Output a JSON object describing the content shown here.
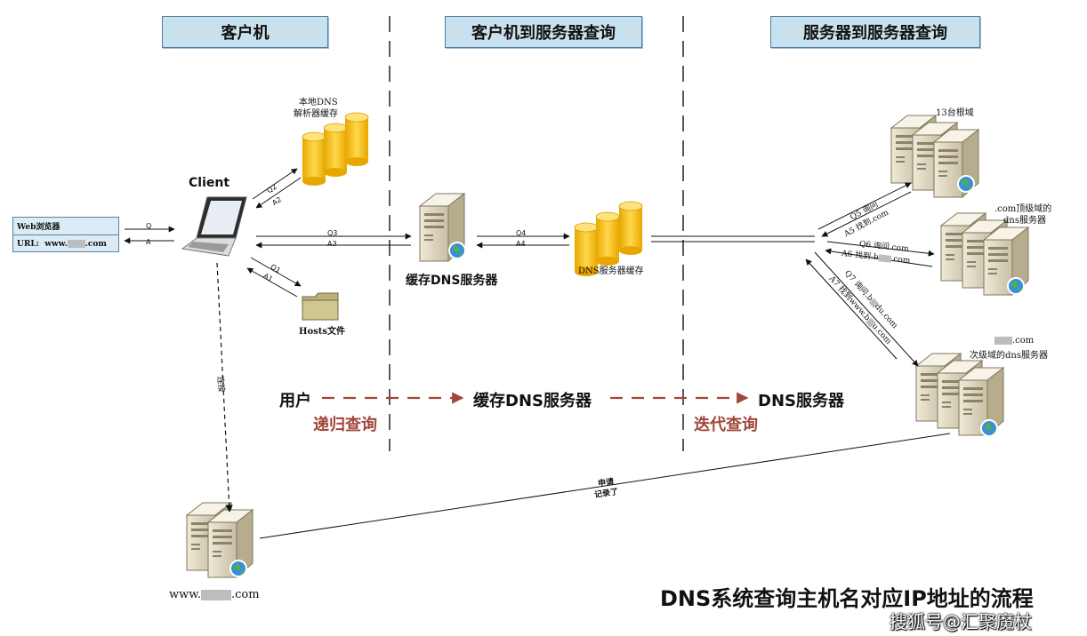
{
  "headers": {
    "client": "客户机",
    "client_to_server": "客户机到服务器查询",
    "server_to_server": "服务器到服务器查询"
  },
  "browser": {
    "title": "Web浏览器",
    "url_label": "URL:",
    "url_prefix": "www.",
    "url_suffix": ".com"
  },
  "client": {
    "label": "Client"
  },
  "local_cache": {
    "line1": "本地DNS",
    "line2": "解析器缓存"
  },
  "hosts": {
    "label": "Hosts文件"
  },
  "caching_server": {
    "label": "缓存DNS服务器"
  },
  "dns_cache": {
    "label": "DNS服务器缓存"
  },
  "root": {
    "label": "13台根域"
  },
  "tld": {
    "line1": ".com顶级域的",
    "line2": "dns服务器"
  },
  "second_level": {
    "line1_suffix": ".com",
    "line2": "次级域的dns服务器"
  },
  "web_server": {
    "prefix": "www.",
    "suffix": ".com"
  },
  "arrows": {
    "q": "Q",
    "a": "A",
    "q1": "Q1",
    "a1": "A1",
    "q2": "Q2",
    "a2": "A2",
    "q3": "Q3",
    "a3": "A3",
    "q4": "Q4",
    "a4": "A4",
    "q5": "Q5 询问",
    "a5": "A5 找到.com",
    "q6": "Q6 询问.com",
    "a6": "A6 找到.b",
    "a6_suffix": ".com",
    "q7": "Q7 询问.b",
    "q7_suffix": "du.com",
    "a7": "A7 找到www.b",
    "a7_suffix": "u.com",
    "connect": "连接",
    "apply_line1": "申请",
    "apply_line2": "记录了"
  },
  "flow": {
    "user": "用户",
    "caching": "缓存DNS服务器",
    "dns": "DNS服务器",
    "recursive": "递归查询",
    "iterative": "迭代查询"
  },
  "caption": "DNS系统查询主机名对应IP地址的流程",
  "watermark": "搜狐号@汇聚魔杖",
  "colors": {
    "header_bg": "#c9e1ef",
    "flow_red": "#a0463a",
    "cylinder": "#f4c21b"
  }
}
